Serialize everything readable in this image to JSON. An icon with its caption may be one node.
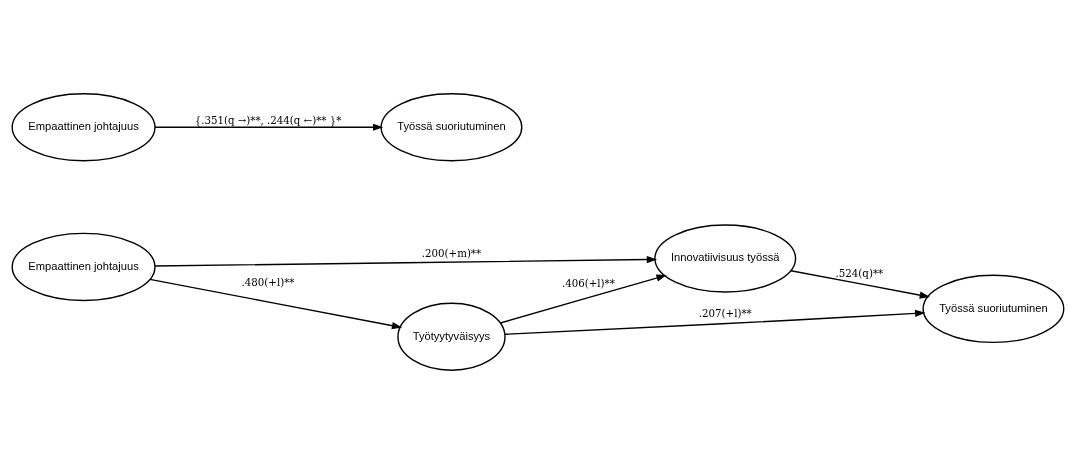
{
  "diagram": {
    "nodes": [
      {
        "text": [
          "Empaattinen johtajuus"
        ]
      },
      {
        "text": [
          "Innovatiivisuus työssä"
        ]
      },
      {
        "text": [
          "Työtyytyväisyys"
        ]
      },
      {
        "text": [
          "Työssä suoriutuminen"
        ]
      },
      {
        "text": [
          "Empaattinen johtajuus"
        ]
      },
      {
        "text": [
          "Työssä suoriutuminen"
        ]
      }
    ],
    "edges": [
      {
        "from": 0,
        "to": 1,
        "arrow": "to",
        "label": ".200(+m)**"
      },
      {
        "from": 0,
        "to": 2,
        "arrow": "to",
        "label": ".480(+l)**"
      },
      {
        "from": 2,
        "to": 1,
        "arrow": "to",
        "label": ".406(+l)**"
      },
      {
        "from": 1,
        "to": 3,
        "arrow": "to",
        "label": ".524(q)**"
      },
      {
        "from": 2,
        "to": 3,
        "arrow": "to",
        "label": ".207(+l)**"
      },
      {
        "from": 4,
        "to": 5,
        "arrow": "to",
        "label": "{.351(q →)**, .244(q ←)** }*"
      }
    ]
  }
}
